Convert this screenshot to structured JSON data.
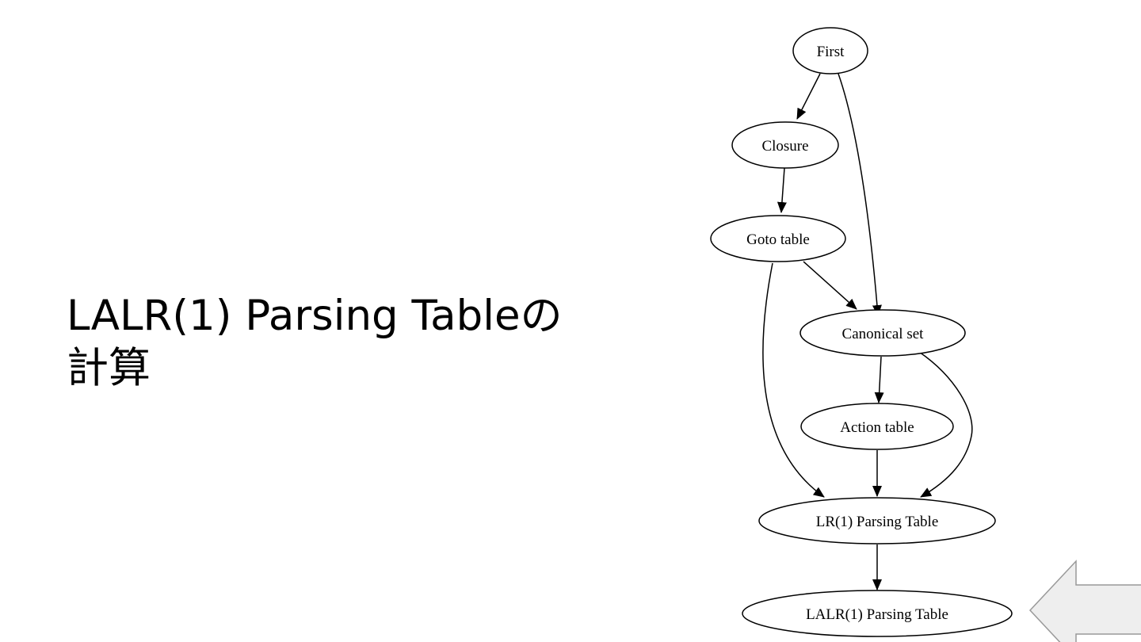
{
  "slide": {
    "title_line1": "LALR(1) Parsing Tableの",
    "title_line2": "計算"
  },
  "diagram": {
    "nodes": {
      "first": "First",
      "closure": "Closure",
      "goto_table": "Goto table",
      "canonical_set": "Canonical set",
      "action_table": "Action table",
      "lr1_parsing_table": "LR(1) Parsing Table",
      "lalr1_parsing_table": "LALR(1) Parsing Table"
    },
    "edges": [
      [
        "First",
        "Closure"
      ],
      [
        "First",
        "Canonical set"
      ],
      [
        "Closure",
        "Goto table"
      ],
      [
        "Goto table",
        "Canonical set"
      ],
      [
        "Goto table",
        "LR(1) Parsing Table"
      ],
      [
        "Canonical set",
        "Action table"
      ],
      [
        "Canonical set",
        "LR(1) Parsing Table"
      ],
      [
        "Action table",
        "LR(1) Parsing Table"
      ],
      [
        "LR(1) Parsing Table",
        "LALR(1) Parsing Table"
      ]
    ],
    "pointer_arrow_fill": "#eeeeee",
    "pointer_arrow_stroke": "#999999"
  }
}
